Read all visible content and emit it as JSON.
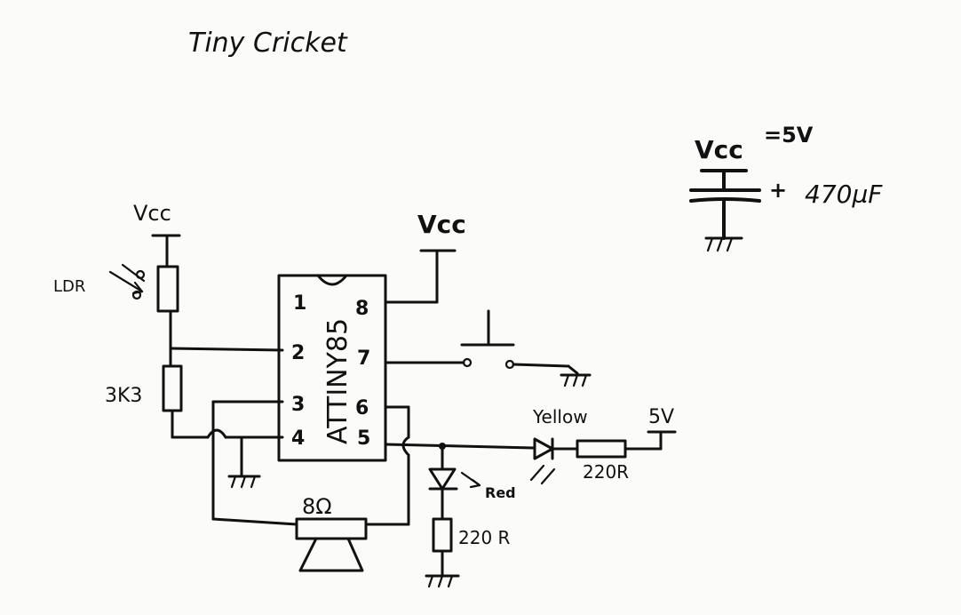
{
  "title": "Tiny Cricket",
  "chip": {
    "name": "ATTINY85",
    "pins": [
      "1",
      "2",
      "3",
      "4",
      "5",
      "6",
      "7",
      "8"
    ]
  },
  "labels": {
    "vcc_ldr": "Vcc",
    "vcc_chip": "Vcc",
    "vcc_cap": "Vcc",
    "vcc_eq": "=5V",
    "cap_value": "470µF",
    "cap_plus": "+",
    "ldr": "LDR",
    "r_3k3": "3K3",
    "speaker": "8Ω",
    "red_led": "Red",
    "yellow_led": "Yellow",
    "r_red": "220 R",
    "r_yellow": "220R",
    "supply_5v": "5V"
  }
}
